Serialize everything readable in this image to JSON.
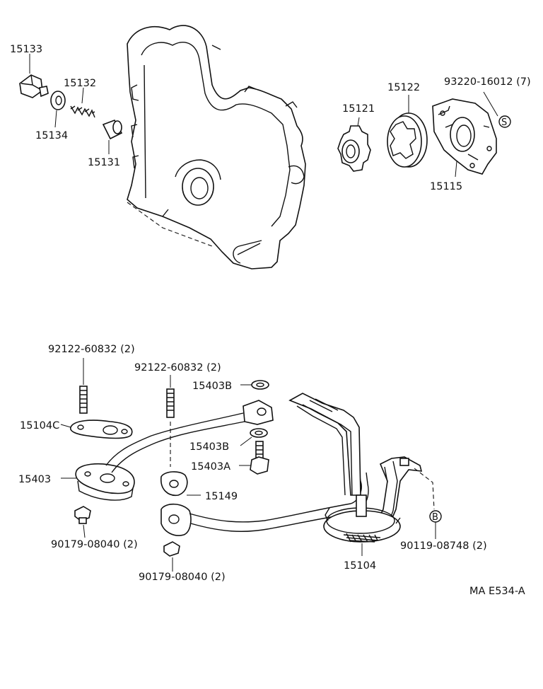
{
  "labels": {
    "p15133": "15133",
    "p15132": "15132",
    "p15134": "15134",
    "p15131": "15131",
    "p15121": "15121",
    "p15122": "15122",
    "p93220": "93220-16012 (7)",
    "p15115": "15115",
    "s_mark": "S",
    "p92122a": "92122-60832 (2)",
    "p92122b": "92122-60832 (2)",
    "p15403B_top": "15403B",
    "p15104C": "15104C",
    "p15403B_mid": "15403B",
    "p15403A": "15403A",
    "p15403": "15403",
    "p15149": "15149",
    "p90179a": "90179-08040 (2)",
    "p90179b": "90179-08040 (2)",
    "b_mark": "B",
    "p90119": "90119-08748 (2)",
    "p15104": "15104",
    "code": "MA E534-A"
  }
}
